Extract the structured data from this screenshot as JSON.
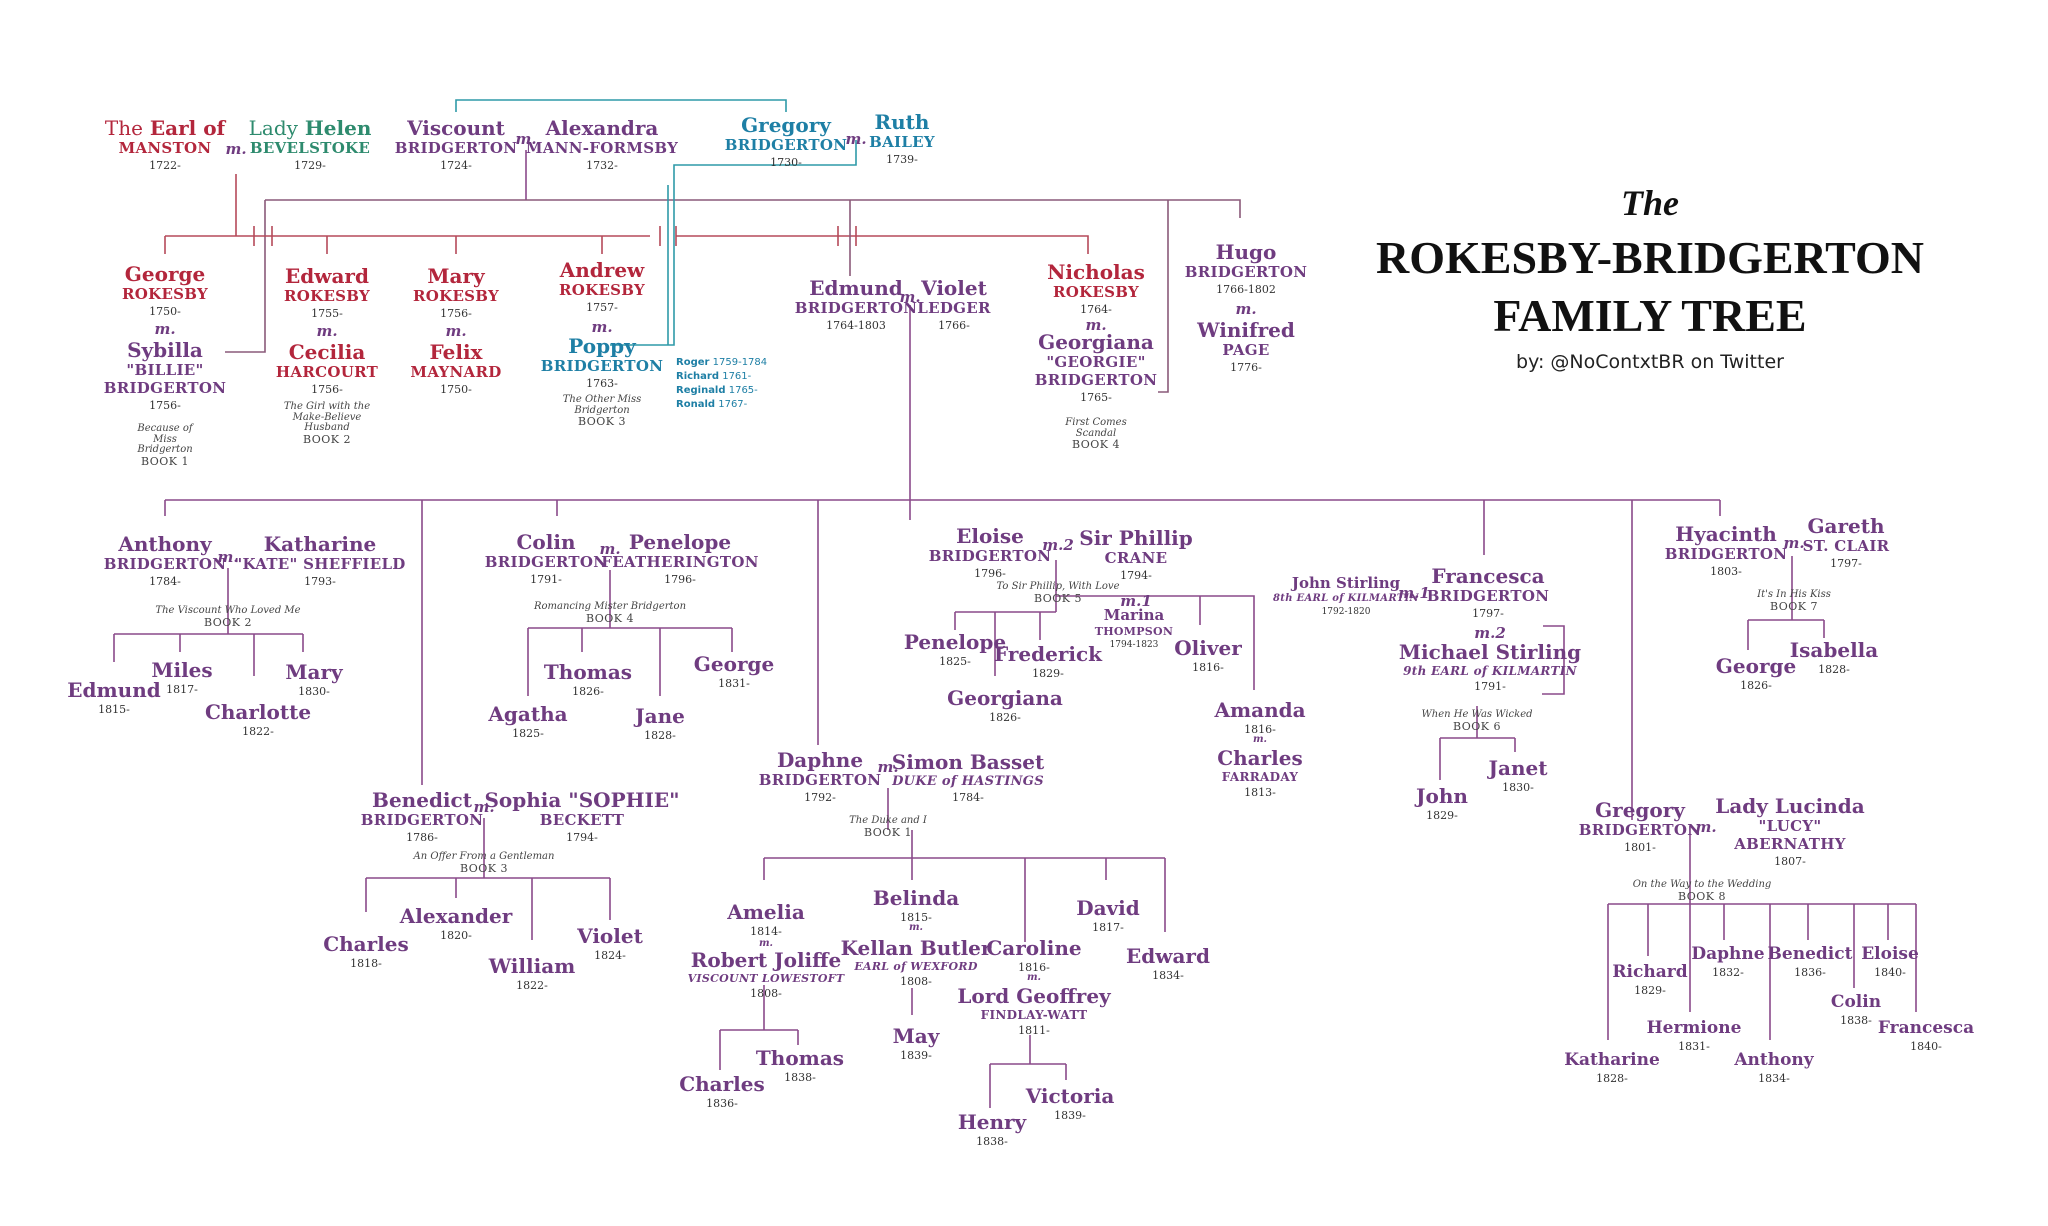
{
  "title": {
    "the": "The",
    "line1": "ROKESBY-BRIDGERTON",
    "line2": "FAMILY TREE",
    "byline": "by: @NoContxtBR on Twitter"
  },
  "marriage_symbol": "m.",
  "people": {
    "earl_manston": {
      "pre": "The",
      "name": "Earl of",
      "sur": "MANSTON",
      "dates": "1722-"
    },
    "lady_helen": {
      "pre": "Lady",
      "name": "Helen",
      "sur": "BEVELSTOKE",
      "dates": "1729-"
    },
    "viscount": {
      "name": "Viscount",
      "sur": "BRIDGERTON",
      "dates": "1724-"
    },
    "alexandra": {
      "name": "Alexandra",
      "sur": "MANN-FORMSBY",
      "dates": "1732-"
    },
    "gregory_old": {
      "name": "Gregory",
      "sur": "BRIDGERTON",
      "dates": "1730-"
    },
    "ruth": {
      "name": "Ruth",
      "sur": "BAILEY",
      "dates": "1739-"
    },
    "george_r": {
      "name": "George",
      "sur": "ROKESBY",
      "dates": "1750-"
    },
    "sybilla": {
      "name": "Sybilla",
      "sur": "\"BILLIE\"",
      "sur2": "BRIDGERTON",
      "dates": "1756-"
    },
    "edward_r": {
      "name": "Edward",
      "sur": "ROKESBY",
      "dates": "1755-"
    },
    "cecilia": {
      "name": "Cecilia",
      "sur": "HARCOURT",
      "dates": "1756-"
    },
    "mary_r": {
      "name": "Mary",
      "sur": "ROKESBY",
      "dates": "1756-"
    },
    "felix": {
      "name": "Felix",
      "sur": "MAYNARD",
      "dates": "1750-"
    },
    "andrew": {
      "name": "Andrew",
      "sur": "ROKESBY",
      "dates": "1757-"
    },
    "poppy": {
      "name": "Poppy",
      "sur": "BRIDGERTON",
      "dates": "1763-"
    },
    "edmund": {
      "name": "Edmund",
      "sur": "BRIDGERTON",
      "dates": "1764-1803"
    },
    "violet": {
      "name": "Violet",
      "sur": "LEDGER",
      "dates": "1766-"
    },
    "nicholas": {
      "name": "Nicholas",
      "sur": "ROKESBY",
      "dates": "1764-"
    },
    "georgiana_old": {
      "name": "Georgiana",
      "sur": "\"GEORGIE\"",
      "sur2": "BRIDGERTON",
      "dates": "1765-"
    },
    "hugo": {
      "name": "Hugo",
      "sur": "BRIDGERTON",
      "dates": "1766-1802"
    },
    "winifred": {
      "name": "Winifred",
      "sur": "PAGE",
      "dates": "1776-"
    },
    "anthony": {
      "name": "Anthony",
      "sur": "BRIDGERTON",
      "dates": "1784-"
    },
    "kate": {
      "name": "Katharine",
      "sur": "\"KATE\" SHEFFIELD",
      "dates": "1793-"
    },
    "edmund_y": {
      "name": "Edmund",
      "dates": "1815-"
    },
    "miles": {
      "name": "Miles",
      "dates": "1817-"
    },
    "charlotte": {
      "name": "Charlotte",
      "dates": "1822-"
    },
    "mary_y": {
      "name": "Mary",
      "dates": "1830-"
    },
    "benedict": {
      "name": "Benedict",
      "sur": "BRIDGERTON",
      "dates": "1786-"
    },
    "sophie": {
      "name": "Sophia \"SOPHIE\"",
      "sur": "BECKETT",
      "dates": "1794-"
    },
    "charles_b": {
      "name": "Charles",
      "dates": "1818-"
    },
    "alexander": {
      "name": "Alexander",
      "dates": "1820-"
    },
    "william": {
      "name": "William",
      "dates": "1822-"
    },
    "violet_y": {
      "name": "Violet",
      "dates": "1824-"
    },
    "colin": {
      "name": "Colin",
      "sur": "BRIDGERTON",
      "dates": "1791-"
    },
    "penelope": {
      "name": "Penelope",
      "sur": "FEATHERINGTON",
      "dates": "1796-"
    },
    "agatha": {
      "name": "Agatha",
      "dates": "1825-"
    },
    "thomas_c": {
      "name": "Thomas",
      "dates": "1826-"
    },
    "jane": {
      "name": "Jane",
      "dates": "1828-"
    },
    "george_c": {
      "name": "George",
      "dates": "1831-"
    },
    "daphne": {
      "name": "Daphne",
      "sur": "BRIDGERTON",
      "dates": "1792-"
    },
    "simon": {
      "name": "Simon Basset",
      "sur": "DUKE of HASTINGS",
      "dates": "1784-"
    },
    "amelia": {
      "name": "Amelia",
      "dates": "1814-"
    },
    "robert": {
      "name": "Robert Joliffe",
      "sur": "VISCOUNT LOWESTOFT",
      "dates": "1808-"
    },
    "belinda": {
      "name": "Belinda",
      "dates": "1815-"
    },
    "kellan": {
      "name": "Kellan Butler",
      "sur": "EARL of WEXFORD",
      "dates": "1808-"
    },
    "caroline": {
      "name": "Caroline",
      "dates": "1816-"
    },
    "geoffrey": {
      "name": "Lord Geoffrey",
      "sur": "FINDLAY-WATT",
      "dates": "1811-"
    },
    "david": {
      "name": "David",
      "dates": "1817-"
    },
    "edward_d": {
      "name": "Edward",
      "dates": "1834-"
    },
    "charles_a": {
      "name": "Charles",
      "dates": "1836-"
    },
    "thomas_a": {
      "name": "Thomas",
      "dates": "1838-"
    },
    "may": {
      "name": "May",
      "dates": "1839-"
    },
    "henry": {
      "name": "Henry",
      "dates": "1838-"
    },
    "victoria": {
      "name": "Victoria",
      "dates": "1839-"
    },
    "eloise": {
      "name": "Eloise",
      "sur": "BRIDGERTON",
      "dates": "1796-"
    },
    "phillip": {
      "name": "Sir Phillip",
      "sur": "CRANE",
      "dates": "1794-"
    },
    "marina": {
      "name": "Marina",
      "sur": "THOMPSON",
      "dates": "1794-1823"
    },
    "penelope_e": {
      "name": "Penelope",
      "dates": "1825-"
    },
    "frederick": {
      "name": "Frederick",
      "dates": "1829-"
    },
    "georgiana_e": {
      "name": "Georgiana",
      "dates": "1826-"
    },
    "oliver": {
      "name": "Oliver",
      "dates": "1816-"
    },
    "amanda": {
      "name": "Amanda",
      "dates": "1816-"
    },
    "charles_f": {
      "name": "Charles",
      "sur": "FARRADAY",
      "dates": "1813-"
    },
    "john_st": {
      "name": "John Stirling",
      "sur": "8th EARL of KILMARTIN",
      "dates": "1792-1820"
    },
    "francesca": {
      "name": "Francesca",
      "sur": "BRIDGERTON",
      "dates": "1797-"
    },
    "michael": {
      "name": "Michael Stirling",
      "sur": "9th EARL of KILMARTIN",
      "dates": "1791-"
    },
    "john_y": {
      "name": "John",
      "dates": "1829-"
    },
    "janet": {
      "name": "Janet",
      "dates": "1830-"
    },
    "hyacinth": {
      "name": "Hyacinth",
      "sur": "BRIDGERTON",
      "dates": "1803-"
    },
    "gareth": {
      "name": "Gareth",
      "sur": "ST. CLAIR",
      "dates": "1797-"
    },
    "george_h": {
      "name": "George",
      "dates": "1826-"
    },
    "isabella": {
      "name": "Isabella",
      "dates": "1828-"
    },
    "gregory": {
      "name": "Gregory",
      "sur": "BRIDGERTON",
      "dates": "1801-"
    },
    "lucy": {
      "name": "Lady Lucinda",
      "sur": "\"LUCY\"",
      "sur2": "ABERNATHY",
      "dates": "1807-"
    },
    "katharine_g": {
      "name": "Katharine",
      "dates": "1828-"
    },
    "richard_g": {
      "name": "Richard",
      "dates": "1829-"
    },
    "hermione": {
      "name": "Hermione",
      "dates": "1831-"
    },
    "daphne_g": {
      "name": "Daphne",
      "dates": "1832-"
    },
    "anthony_g": {
      "name": "Anthony",
      "dates": "1834-"
    },
    "benedict_g": {
      "name": "Benedict",
      "dates": "1836-"
    },
    "colin_g": {
      "name": "Colin",
      "dates": "1838-"
    },
    "eloise_g": {
      "name": "Eloise",
      "dates": "1840-"
    },
    "francesca_g": {
      "name": "Francesca",
      "dates": "1840-"
    }
  },
  "marriages": {
    "m1": "m.",
    "m2": "m.2",
    "m_1": "m.1",
    "m_2": "m.2",
    "m_1b": "m.1"
  },
  "books": {
    "b1": {
      "title": "Because of Miss Bridgerton",
      "num": "BOOK 1"
    },
    "b2": {
      "title": "The Girl with the Make-Believe Husband",
      "num": "BOOK 2"
    },
    "b3": {
      "title": "The Other Miss Bridgerton",
      "num": "BOOK 3"
    },
    "b4": {
      "title": "First Comes Scandal",
      "num": "BOOK 4"
    },
    "v2": {
      "title": "The Viscount Who Loved Me",
      "num": "BOOK 2"
    },
    "v3": {
      "title": "An Offer From a Gentleman",
      "num": "BOOK 3"
    },
    "v4": {
      "title": "Romancing Mister Bridgerton",
      "num": "BOOK 4"
    },
    "v1": {
      "title": "The Duke and I",
      "num": "BOOK 1"
    },
    "v5": {
      "title": "To Sir Phillip, With Love",
      "num": "BOOK 5"
    },
    "v6": {
      "title": "When He Was Wicked",
      "num": "BOOK 6"
    },
    "v7": {
      "title": "It's In His Kiss",
      "num": "BOOK 7"
    },
    "v8": {
      "title": "On the Way to the Wedding",
      "num": "BOOK 8"
    }
  },
  "poppy_children": [
    {
      "name": "Roger",
      "dates": "1759-1784"
    },
    {
      "name": "Richard",
      "dates": "1761-"
    },
    {
      "name": "Reginald",
      "dates": "1765-"
    },
    {
      "name": "Ronald",
      "dates": "1767-"
    }
  ],
  "colors": {
    "purple": "#6f3c80",
    "red": "#b3263c",
    "teal": "#2e8b6e",
    "blue": "#1e7fa5"
  }
}
